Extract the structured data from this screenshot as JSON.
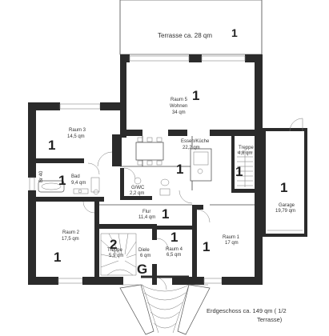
{
  "plan": {
    "terrace": {
      "label": "Terrasse ca. 28 qm",
      "number": "1"
    },
    "rooms": {
      "raum5": {
        "name": "Raum 5",
        "sub": "Wohnen",
        "area": "34 qm",
        "number": "1"
      },
      "raum3": {
        "name": "Raum 3",
        "area": "14,5 qm",
        "number": "1"
      },
      "essen": {
        "name": "Essen/Küche",
        "area": "22,2 qm",
        "number": "1"
      },
      "treppe": {
        "name": "Treppe",
        "area": "4,8 qm",
        "number": "1"
      },
      "garage": {
        "name": "Garage",
        "area": "19,79 qm",
        "number": "1"
      },
      "bad": {
        "name": "Bad",
        "area": "9,4 qm",
        "number": "1"
      },
      "wc": {
        "name": "G/WC",
        "area": "2,2 qm"
      },
      "flur": {
        "name": "Flur",
        "area": "11,4 qm",
        "number": "1"
      },
      "raum2": {
        "name": "Raum 2",
        "area": "17,5 qm",
        "number": "1"
      },
      "stair": {
        "name": "Treppe",
        "area": "5,9 qm",
        "number": "2"
      },
      "diele": {
        "name": "Diele",
        "area": "6 qm"
      },
      "raum4": {
        "name": "Raum 4",
        "area": "6,5 qm",
        "number": "1"
      },
      "raum1": {
        "name": "Raum 1",
        "area": "17 qm",
        "number": "1"
      },
      "entrance": {
        "number": "G"
      }
    },
    "side_label": "Br 40",
    "footer": {
      "line1": "Erdgeschoss ca. 149 qm ( 1/2",
      "line2": "Terrasse)"
    }
  }
}
